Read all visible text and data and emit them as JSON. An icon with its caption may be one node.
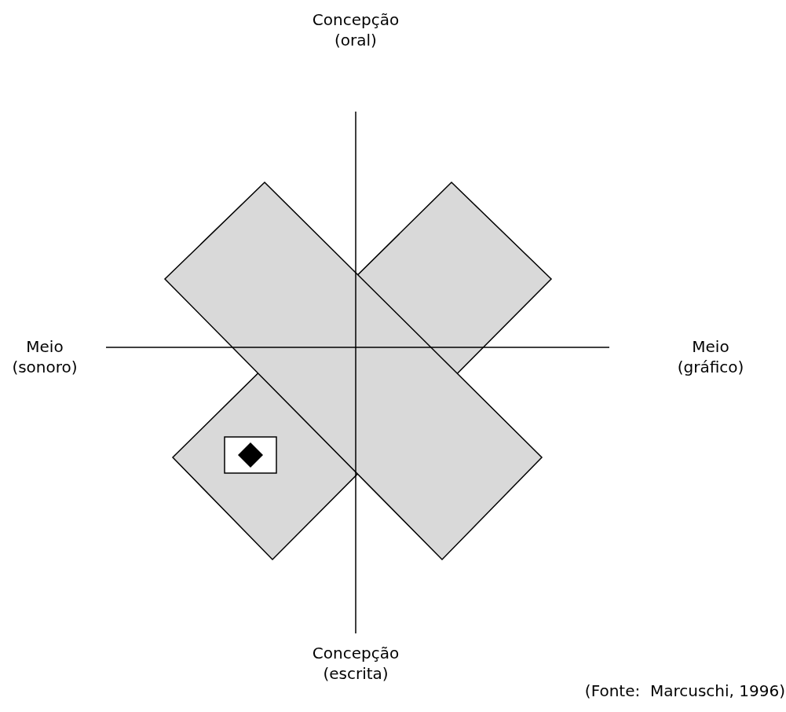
{
  "diagram": {
    "labels": [
      "Concepção (oral)",
      "Meio (sonoro)",
      "Meio (gráfico)",
      "Concepção (escrita)",
      "(Fonte:  Marcuschi, 1996)"
    ]
  }
}
